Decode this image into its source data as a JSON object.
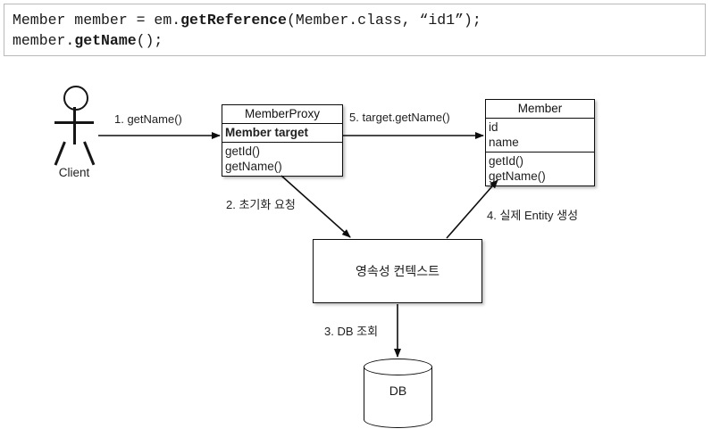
{
  "code_snippet": {
    "line1_prefix": "Member member = em.",
    "line1_bold": "getReference",
    "line1_suffix": "(Member.class, “id1”);",
    "line2_prefix": "member.",
    "line2_bold": "getName",
    "line2_suffix": "();"
  },
  "actor": {
    "name": "Client",
    "icon": "stick-figure-actor-icon"
  },
  "classes": {
    "proxy": {
      "title": "MemberProxy",
      "attributes": [
        "Member target"
      ],
      "methods": [
        "getId()",
        "getName()"
      ]
    },
    "entity": {
      "title": "Member",
      "attributes": [
        "id",
        "name"
      ],
      "methods": [
        "getId()",
        "getName()"
      ]
    }
  },
  "nodes": {
    "persistence_context": "영속성 컨텍스트",
    "database": "DB"
  },
  "flows": [
    {
      "step": "1",
      "label": "1. getName()",
      "from": "Client",
      "to": "MemberProxy"
    },
    {
      "step": "2",
      "label": "2. 초기화 요청",
      "from": "MemberProxy",
      "to": "영속성 컨텍스트"
    },
    {
      "step": "3",
      "label": "3. DB 조회",
      "from": "영속성 컨텍스트",
      "to": "DB"
    },
    {
      "step": "4",
      "label": "4. 실제 Entity 생성",
      "from": "영속성 컨텍스트",
      "to": "Member"
    },
    {
      "step": "5",
      "label": "5. target.getName()",
      "from": "MemberProxy",
      "to": "Member"
    }
  ],
  "colors": {
    "stroke": "#0d0d0d",
    "text": "#1f1f1f",
    "code_border": "#b9b9b9",
    "background": "#ffffff"
  }
}
